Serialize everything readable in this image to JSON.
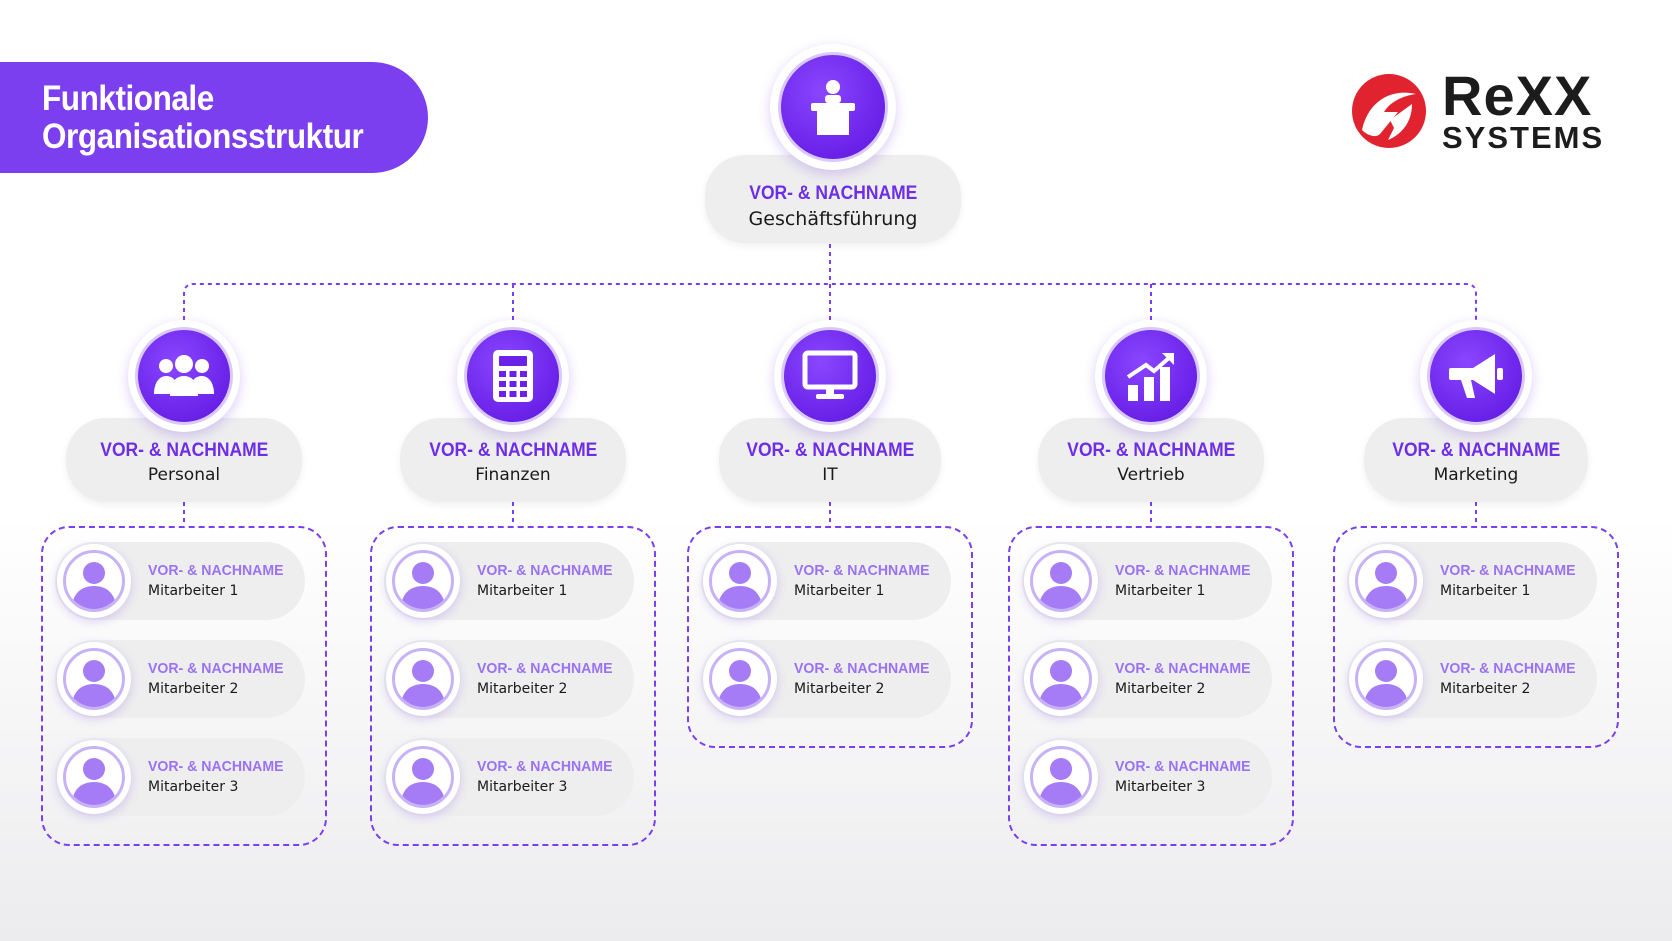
{
  "title": {
    "line1": "Funktionale",
    "line2": "Organisationsstruktur"
  },
  "logo": {
    "line1": "ReXX",
    "line2": "SYSTEMS",
    "brand_color": "#e0232f"
  },
  "colors": {
    "accent": "#7b3ff0",
    "pill": "#eeeeef",
    "name_text": "#6d2ee6",
    "employee_name_text": "#9a72f2"
  },
  "ceo": {
    "name": "VOR- & NACHNAME",
    "role": "Geschäftsführung",
    "icon": "podium-speaker-icon"
  },
  "departments": [
    {
      "id": "personal",
      "name": "VOR- & NACHNAME",
      "role": "Personal",
      "icon": "team-icon",
      "employees": [
        {
          "name": "VOR- & NACHNAME",
          "role": "Mitarbeiter 1"
        },
        {
          "name": "VOR- & NACHNAME",
          "role": "Mitarbeiter 2"
        },
        {
          "name": "VOR- & NACHNAME",
          "role": "Mitarbeiter 3"
        }
      ]
    },
    {
      "id": "finanzen",
      "name": "VOR- & NACHNAME",
      "role": "Finanzen",
      "icon": "calculator-icon",
      "employees": [
        {
          "name": "VOR- & NACHNAME",
          "role": "Mitarbeiter 1"
        },
        {
          "name": "VOR- & NACHNAME",
          "role": "Mitarbeiter 2"
        },
        {
          "name": "VOR- & NACHNAME",
          "role": "Mitarbeiter 3"
        }
      ]
    },
    {
      "id": "it",
      "name": "VOR- & NACHNAME",
      "role": "IT",
      "icon": "monitor-icon",
      "employees": [
        {
          "name": "VOR- & NACHNAME",
          "role": "Mitarbeiter 1"
        },
        {
          "name": "VOR- & NACHNAME",
          "role": "Mitarbeiter 2"
        }
      ]
    },
    {
      "id": "vertrieb",
      "name": "VOR- & NACHNAME",
      "role": "Vertrieb",
      "icon": "growth-chart-icon",
      "employees": [
        {
          "name": "VOR- & NACHNAME",
          "role": "Mitarbeiter 1"
        },
        {
          "name": "VOR- & NACHNAME",
          "role": "Mitarbeiter 2"
        },
        {
          "name": "VOR- & NACHNAME",
          "role": "Mitarbeiter 3"
        }
      ]
    },
    {
      "id": "marketing",
      "name": "VOR- & NACHNAME",
      "role": "Marketing",
      "icon": "megaphone-icon",
      "employees": [
        {
          "name": "VOR- & NACHNAME",
          "role": "Mitarbeiter 1"
        },
        {
          "name": "VOR- & NACHNAME",
          "role": "Mitarbeiter 2"
        }
      ]
    }
  ]
}
